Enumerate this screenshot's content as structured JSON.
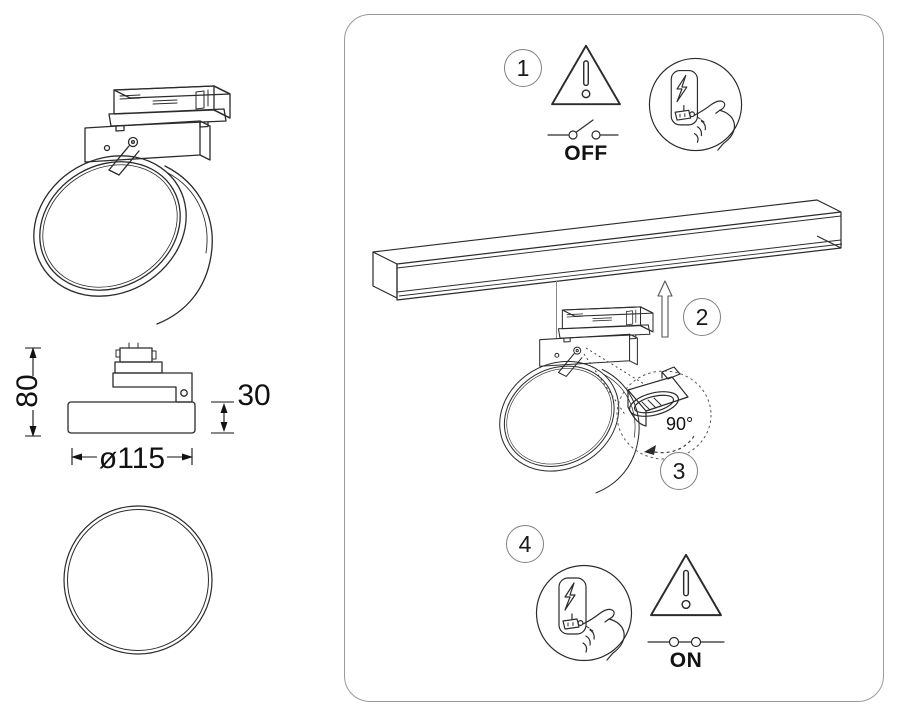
{
  "colors": {
    "line": "#2b2b2b",
    "panel_border": "#9a9a9a",
    "badge_border": "#7f7f7f",
    "text": "#111111",
    "dashed_detail": "#555555"
  },
  "left_column": {
    "perspective_view": "spotlight-3d-view",
    "side_view": "side-dimension-view",
    "top_view": "top-view-circle",
    "dimensions": {
      "height": "80",
      "body_height": "30",
      "diameter": "ø115"
    }
  },
  "panel": {
    "steps": [
      {
        "number": "1",
        "label": "OFF",
        "icons": [
          "warning-triangle-icon",
          "switch-open-icon",
          "hand-press-switch-icon"
        ]
      },
      {
        "number": "2",
        "icons": [
          "track-rail-icon",
          "arrow-up-icon"
        ]
      },
      {
        "number": "3",
        "label": "90°",
        "icons": [
          "spotlight-adapter-icon",
          "rotate-lock-icon"
        ]
      },
      {
        "number": "4",
        "label": "ON",
        "icons": [
          "hand-press-switch-icon",
          "warning-triangle-icon",
          "switch-closed-icon"
        ]
      }
    ]
  }
}
